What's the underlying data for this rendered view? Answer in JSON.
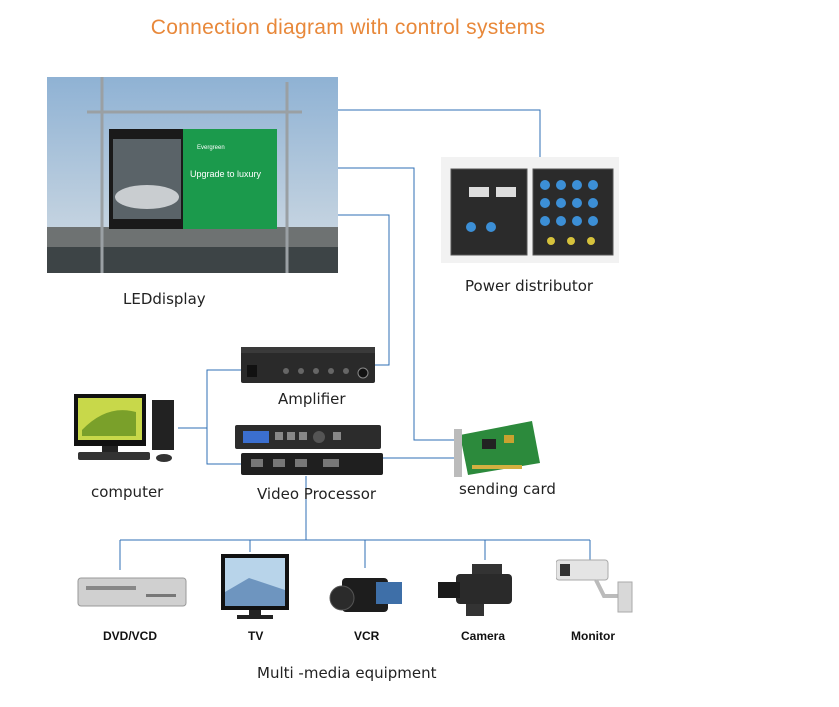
{
  "title": "Connection diagram with control systems",
  "led_display": {
    "label": "LEDdisplay",
    "screen_brand": "Evergreen",
    "screen_headline": "Upgrade to luxury"
  },
  "power_distributor": {
    "label": "Power distributor"
  },
  "amplifier": {
    "label": "Amplifier"
  },
  "computer": {
    "label": "computer"
  },
  "video_processor": {
    "label": "Video Processor"
  },
  "sending_card": {
    "label": "sending card"
  },
  "media": {
    "label": "Multi -media equipment",
    "items": [
      "DVD/VCD",
      "TV",
      "VCR",
      "Camera",
      "Monitor"
    ]
  },
  "colors": {
    "title": "#e8883a",
    "wire": "#2f6fb5"
  }
}
